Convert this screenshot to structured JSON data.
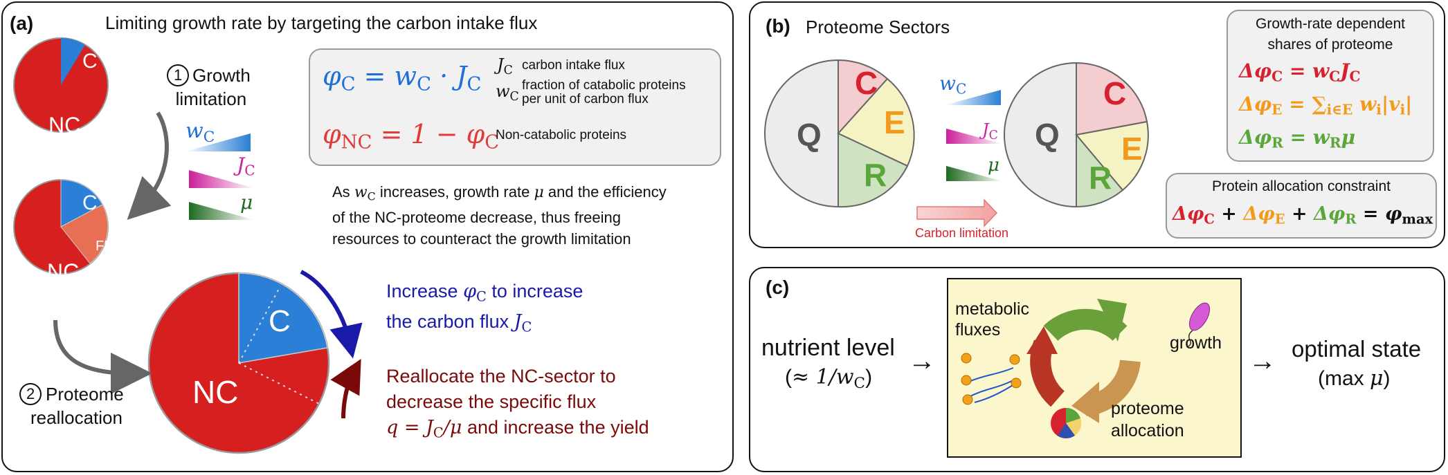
{
  "panel_a": {
    "label": "(a)",
    "title": "Limiting growth rate by targeting the carbon intake flux",
    "step1_num": "1",
    "step1_label_l1": "Growth",
    "step1_label_l2": "limitation",
    "step2_num": "2",
    "step2_label_l1": "Proteome",
    "step2_label_l2": "reallocation",
    "pie_c": "C",
    "pie_nc": "NC",
    "pie_free": "FREE",
    "tri_wc": "wC",
    "tri_jc": "JC",
    "tri_mu": "μ",
    "eq1": "φC = wC · JC",
    "eq2": "φNC = 1 − φC",
    "def_jc_sym": "JC",
    "def_jc": "carbon intake flux",
    "def_wc_sym": "wC",
    "def_wc_l1": "fraction of catabolic proteins",
    "def_wc_l2": "per unit of carbon flux",
    "def_nc": "Non-catabolic proteins",
    "note_l1_a": "As",
    "note_l1_wc": "wC",
    "note_l1_b": "increases, growth rate",
    "note_l1_mu": "μ",
    "note_l1_c": "and the efficiency",
    "note_l2": "of the NC-proteome decrease, thus freeing",
    "note_l3": "resources to counteract the growth limitation",
    "blue_l1_a": "Increase",
    "blue_l1_phi": "φC",
    "blue_l1_b": "to increase",
    "blue_l2_a": "the carbon flux",
    "blue_l2_jc": "JC",
    "red_l1": "Reallocate the NC-sector to",
    "red_l2": "decrease the specific flux",
    "red_l3_eq": "q = JC/μ",
    "red_l3_b": "and increase the yield"
  },
  "panel_b": {
    "label": "(b)",
    "title": "Proteome Sectors",
    "sector_q": "Q",
    "sector_c": "C",
    "sector_e": "E",
    "sector_r": "R",
    "tri_wc": "wC",
    "tri_jc": "JC",
    "tri_mu": "μ",
    "arrow_label": "Carbon limitation",
    "box1_title_l1": "Growth-rate dependent",
    "box1_title_l2": "shares of proteome",
    "box1_eq1": "ΔφC = wC JC",
    "box1_eq2": "ΔφE = ∑i∈E wi|vi|",
    "box1_eq3": "ΔφR = wR μ",
    "box2_title": "Protein allocation constraint",
    "box2_eq_c": "ΔφC",
    "box2_eq_e": "ΔφE",
    "box2_eq_r": "ΔφR",
    "box2_eq_max": "φmax",
    "plus": "+",
    "equals": "="
  },
  "panel_c": {
    "label": "(c)",
    "input_l1": "nutrient level",
    "input_l2": "(≈ 1/wC)",
    "fluxes_l1": "metabolic",
    "fluxes_l2": "fluxes",
    "growth": "growth",
    "alloc_l1": "proteome",
    "alloc_l2": "allocation",
    "output_l1": "optimal state",
    "output_l2": "(max μ)"
  },
  "colors": {
    "nc_red": "#d61f1f",
    "c_blue": "#2c7fd6",
    "free_orange": "#e86f53",
    "eq_blue": "#1f6fd9",
    "eq_red": "#e23a3a",
    "dark_blue": "#1a1aa8",
    "dark_red": "#7a0a0a",
    "sector_c": "#d6222e",
    "sector_e": "#f39a1d",
    "sector_r": "#5aa63a",
    "sector_q": "#555555",
    "panel_c_bg": "#fbf6cc"
  }
}
